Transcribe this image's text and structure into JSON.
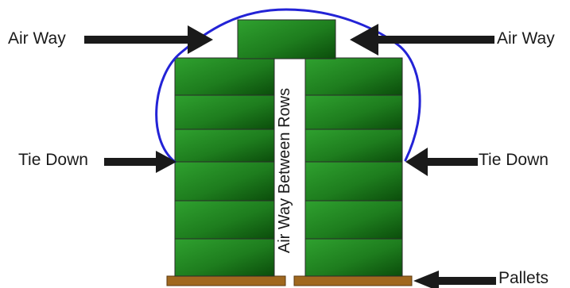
{
  "labels": {
    "air_way_left": "Air Way",
    "air_way_right": "Air Way",
    "tie_down_left": "Tie Down",
    "tie_down_right": "Tie Down",
    "pallets": "Pallets",
    "air_way_between_rows": "Air Way Between Rows"
  },
  "stacks": {
    "left_column_boxes": 6,
    "right_column_boxes": 6,
    "top_boxes": 1,
    "pallets": 2
  },
  "colors": {
    "box_light": "#2fa12f",
    "box_dark": "#0b4d0b",
    "box_outline": "#2a2a2a",
    "pallet": "#a0681f",
    "pallet_outline": "#5b3a10",
    "tie_line": "#2323d6",
    "arrow": "#1a1a1a",
    "text": "#1a1a1a"
  }
}
